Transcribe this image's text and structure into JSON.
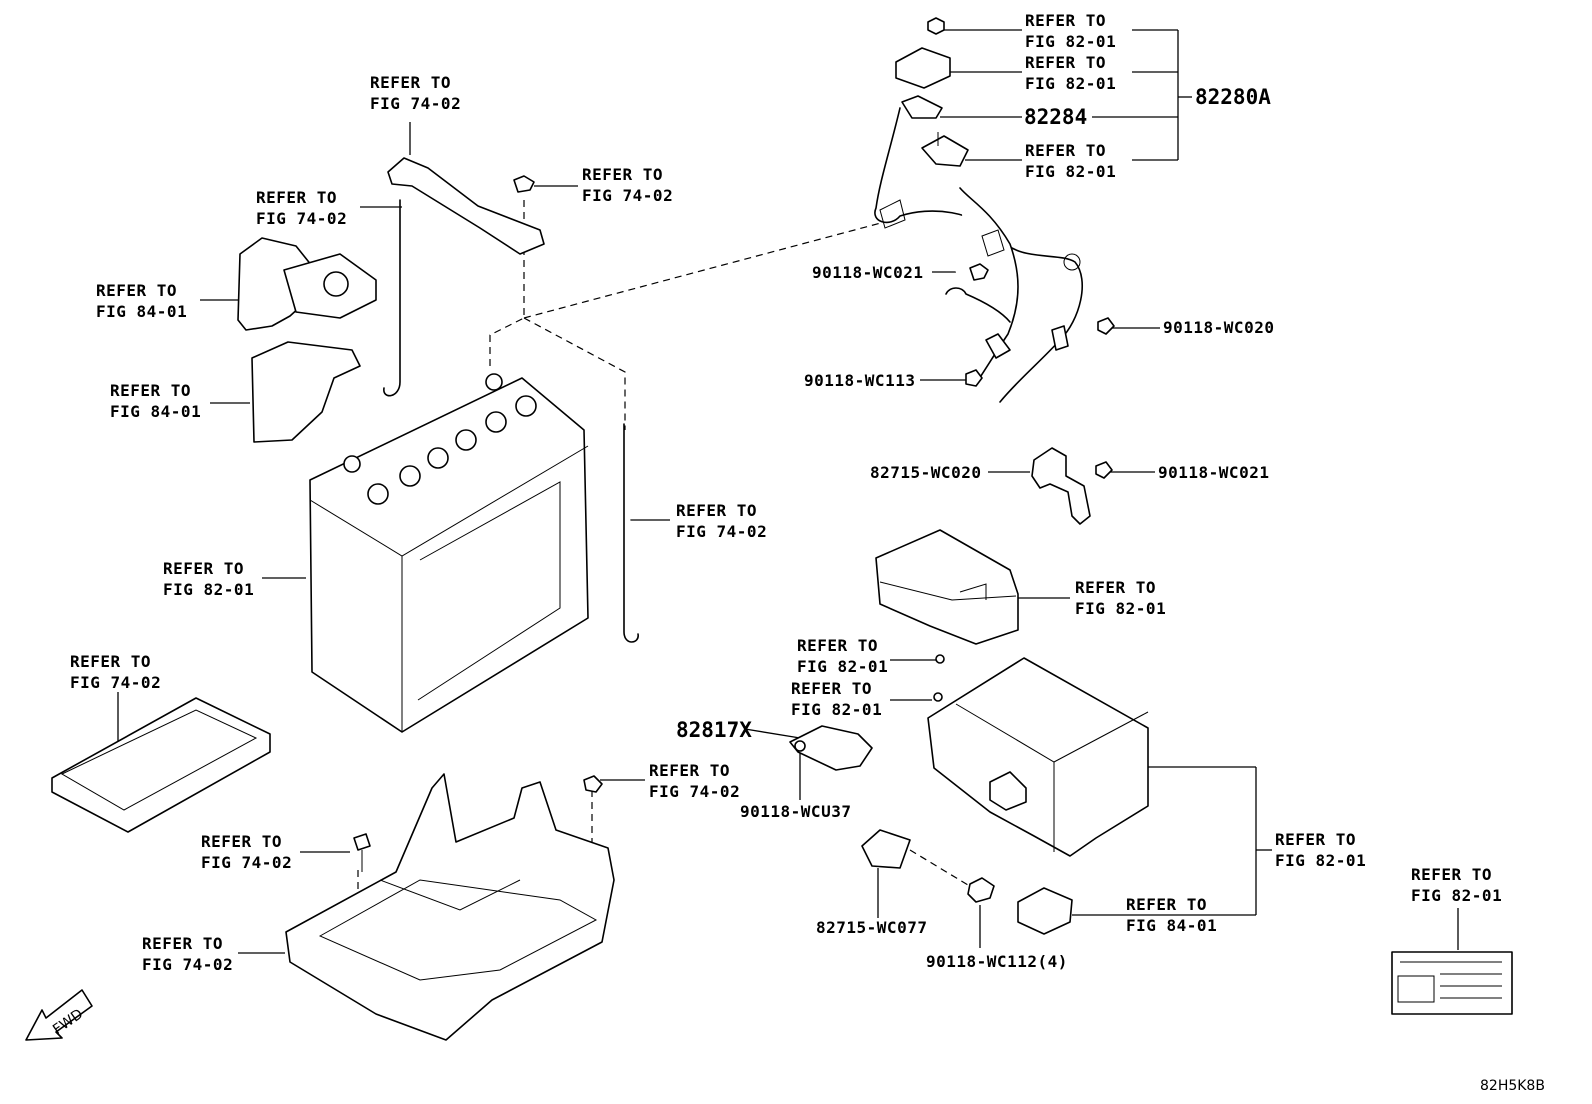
{
  "labels": {
    "l1": [
      "REFER TO",
      "FIG 82-01"
    ],
    "l2": [
      "REFER TO",
      "FIG 82-01"
    ],
    "l3": [
      "REFER TO",
      "FIG 82-01"
    ],
    "l4": [
      "REFER TO",
      "FIG 74-02"
    ],
    "l5": [
      "REFER TO",
      "FIG 74-02"
    ],
    "l6": [
      "REFER TO",
      "FIG 74-02"
    ],
    "l7": [
      "REFER TO",
      "FIG 84-01"
    ],
    "l8": [
      "REFER TO",
      "FIG 84-01"
    ],
    "l9": [
      "REFER TO",
      "FIG 74-02"
    ],
    "l10": [
      "REFER TO",
      "FIG 82-01"
    ],
    "l11": [
      "REFER TO",
      "FIG 82-01"
    ],
    "l12": [
      "REFER TO",
      "FIG 82-01"
    ],
    "l13": [
      "REFER TO",
      "FIG 82-01"
    ],
    "l14": [
      "REFER TO",
      "FIG 74-02"
    ],
    "l15": [
      "REFER TO",
      "FIG 74-02"
    ],
    "l16": [
      "REFER TO",
      "FIG 74-02"
    ],
    "l17": [
      "REFER TO",
      "FIG 74-02"
    ],
    "l18": [
      "REFER TO",
      "FIG 82-01"
    ],
    "l19": [
      "REFER TO",
      "FIG 84-01"
    ],
    "l20": [
      "REFER TO",
      "FIG 82-01"
    ]
  },
  "parts": {
    "p82280A": "82280A",
    "p82284": "82284",
    "w021a": "90118-WC021",
    "w020": "90118-WC020",
    "w113": "90118-WC113",
    "b82715_020": "82715-WC020",
    "w021b": "90118-WC021",
    "p82817X": "82817X",
    "wcu37": "90118-WCU37",
    "b82715_077": "82715-WC077",
    "w112": "90118-WC112(4)"
  },
  "fwd_label": "FWD",
  "diagram_code": "82H5K8B"
}
